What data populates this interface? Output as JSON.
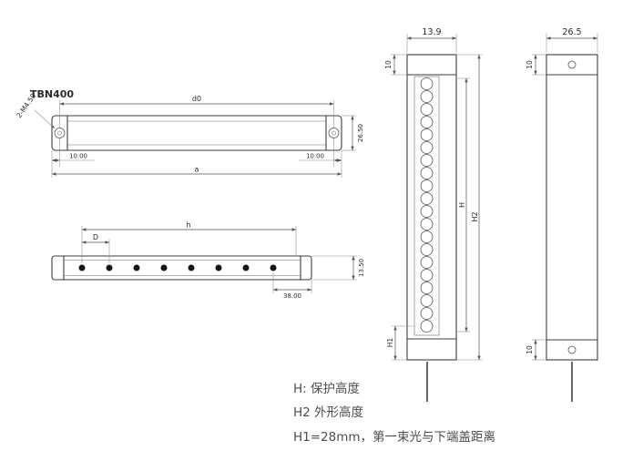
{
  "model": "TBN400",
  "top_view": {
    "thread_note": "2-M4.50",
    "hole_span": "d0",
    "height": "26.50",
    "left_offset": "10.00",
    "right_offset": "10.00",
    "overall_length": "a"
  },
  "beam_view": {
    "beam_pitch": "D",
    "beam_span": "h",
    "height": "13.50",
    "end_distance": "38.00"
  },
  "front_view": {
    "width": "13.9",
    "cap_height": "10",
    "protection_height": "H",
    "overall_height": "H2",
    "first_beam_distance": "H1"
  },
  "side_view": {
    "width": "26.5",
    "cap_height_top": "10",
    "cap_height_bottom": "10"
  },
  "legend": {
    "line1": "H: 保护高度",
    "line2": "H2  外形高度",
    "line3": "H1=28mm，第一束光与下端盖距离"
  }
}
